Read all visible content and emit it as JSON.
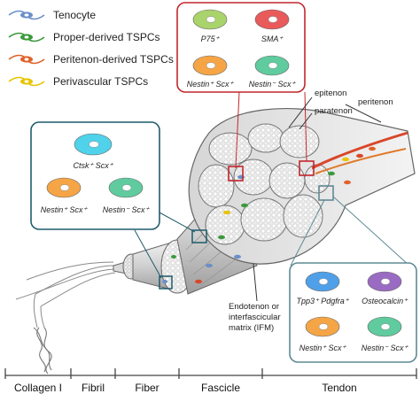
{
  "legend": [
    {
      "label": "Tenocyte",
      "color": "#6a8fc9"
    },
    {
      "label": "Proper-derived TSPCs",
      "color": "#3a9a3a"
    },
    {
      "label": "Peritenon-derived TSPCs",
      "color": "#e0622a"
    },
    {
      "label": "Perivascular TSPCs",
      "color": "#e8c400"
    }
  ],
  "panel_top": {
    "cells": [
      {
        "label": "P75⁺",
        "fill": "#a9d36b"
      },
      {
        "label": "SMA⁺",
        "fill": "#e95a5a"
      },
      {
        "label": "Nestin⁺ Scx⁺",
        "fill": "#f5a545"
      },
      {
        "label": "Nestin⁻ Scx⁺",
        "fill": "#5fcb9e"
      }
    ]
  },
  "panel_left": {
    "cells": [
      {
        "label": "Ctsk⁺ Scx⁺",
        "fill": "#4fd2ea"
      },
      {
        "label": "Nestin⁺ Scx⁺",
        "fill": "#f5a545"
      },
      {
        "label": "Nestin⁻ Scx⁺",
        "fill": "#5fcb9e"
      }
    ]
  },
  "panel_right": {
    "cells": [
      {
        "label": "Tpp3⁺ Pdgfra⁺",
        "fill": "#4fa0e8"
      },
      {
        "label": "Osteocalcin⁺",
        "fill": "#9a6bc2"
      },
      {
        "label": "Nestin⁺ Scx⁺",
        "fill": "#f5a545"
      },
      {
        "label": "Nestin⁻ Scx⁺",
        "fill": "#5fcb9e"
      }
    ]
  },
  "annotations": {
    "epitenon": "epitenon",
    "paratenon": "paratenon",
    "peritenon": "peritenon",
    "endotenon_1": "Endotenon or",
    "endotenon_2": "interfascicular",
    "endotenon_3": "matrix (IFM)"
  },
  "scale_labels": [
    "Collagen I",
    "Fibril",
    "Fiber",
    "Fascicle",
    "Tendon"
  ]
}
